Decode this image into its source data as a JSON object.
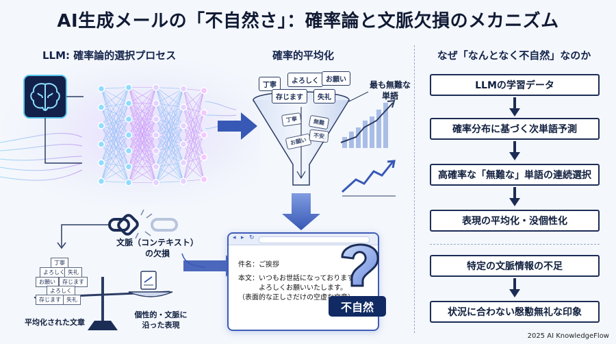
{
  "title": "AI生成メールの「不自然さ」：確率論と文脈欠損のメカニズム",
  "sections": {
    "llm_process": "LLM: 確率論的選択プロセス",
    "averaging": "確率的平均化",
    "why": "なぜ「なんとなく不自然」なのか"
  },
  "funnel": {
    "top_words": [
      "丁寧",
      "よろしく",
      "お願い",
      "存じます",
      "失礼"
    ],
    "inner_words": [
      "丁寧",
      "無難",
      "お願い",
      "不安"
    ],
    "callout_line1": "最も無難な",
    "callout_line2": "単語"
  },
  "context": {
    "label_line1": "文脈（コンテキスト）",
    "label_line2": "の欠損",
    "stack_words": [
      "丁寧",
      "よろしく",
      "失礼",
      "お願い",
      "存じます",
      "よろしく",
      "存じます",
      "失礼"
    ],
    "left_caption": "平均化された文章",
    "right_caption_line1": "個性的・文脈に",
    "right_caption_line2": "沿った表現"
  },
  "email": {
    "subject": "件名：ご挨拶",
    "body_line1": "本文：いつもお世話になっております。",
    "body_line2": "よろしくお願いいたします。",
    "body_line3": "（表面的な正しさだけの空虚な文章）",
    "badge": "不自然"
  },
  "flow": [
    "LLMの学習データ",
    "確率分布に基づく次単語予測",
    "高確率な「無難な」単語の連続選択",
    "表現の平均化・没個性化",
    "特定の文脈情報の不足",
    "状況に合わない慇懃無礼な印象"
  ],
  "footer": "2025 AI KnowledgeFlow",
  "colors": {
    "navy": "#1b2c55",
    "accent_blue": "#3d5bb8",
    "glow_purple": "#b56cf0",
    "glow_cyan": "#56c9f0",
    "badge_bg": "#112a63"
  }
}
